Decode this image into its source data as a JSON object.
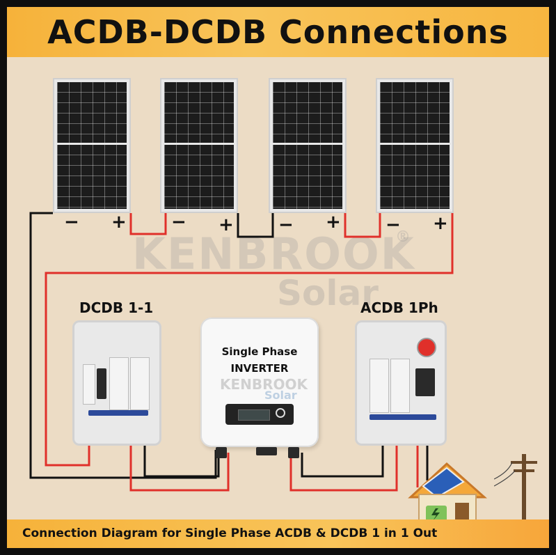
{
  "title": "ACDB-DCDB Connections",
  "footer": "Connection Diagram for Single Phase ACDB & DCDB 1 in 1 Out",
  "panels": [
    {
      "minus": "−",
      "plus": "+"
    },
    {
      "minus": "−",
      "plus": "+"
    },
    {
      "minus": "−",
      "plus": "+"
    },
    {
      "minus": "−",
      "plus": "+"
    }
  ],
  "dcdb": {
    "label": "DCDB 1-1"
  },
  "acdb": {
    "label": "ACDB 1Ph"
  },
  "inverter": {
    "line1": "Single Phase",
    "line2": "INVERTER",
    "brand": "KENBROOK",
    "brand_sub": "Solar"
  },
  "watermark": {
    "brand": "KENBROOK",
    "sub": "Solar",
    "mark": "®"
  },
  "colors": {
    "accent": "#f6b23a",
    "wire_positive": "#e0302a",
    "wire_negative": "#111111"
  }
}
